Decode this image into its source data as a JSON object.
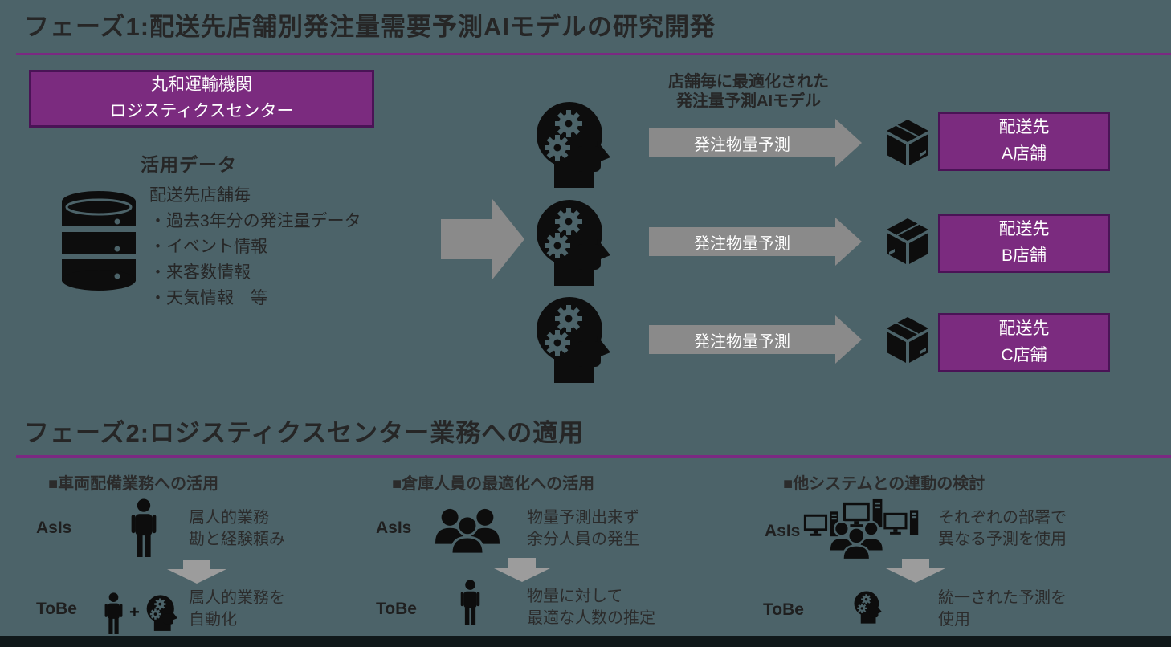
{
  "colors": {
    "background": "#4c6369",
    "accent_purple_fill": "#7b2b7f",
    "accent_purple_border": "#4a1356",
    "accent_purple_line": "#7b2982",
    "arrow_gray": "#8a8a8a",
    "down_arrow_gray": "#9c9c9c",
    "icon_black": "#0d0d0d",
    "text_dark": "#262626",
    "text_white": "#ffffff"
  },
  "phase1": {
    "title": "フェーズ1:配送先店舗別発注量需要予測AIモデルの研究開発",
    "source_box": {
      "line1": "丸和運輸機関",
      "line2": "ロジスティクスセンター"
    },
    "data_heading": "活用データ",
    "data_lines": [
      "配送先店舗毎",
      "・過去3年分の発注量データ",
      "・イベント情報",
      "・来客数情報",
      "・天気情報　等"
    ],
    "ai_label": {
      "line1": "店舗毎に最適化された",
      "line2": "発注量予測AIモデル"
    },
    "arrow_labels": [
      "発注物量予測",
      "発注物量予測",
      "発注物量予測"
    ],
    "destinations": [
      {
        "line1": "配送先",
        "line2": "A店舗"
      },
      {
        "line1": "配送先",
        "line2": "B店舗"
      },
      {
        "line1": "配送先",
        "line2": "C店舗"
      }
    ]
  },
  "phase2": {
    "title": "フェーズ2:ロジスティクスセンター業務への適用",
    "columns": [
      {
        "header": "■車両配備業務への活用",
        "asis_label": "AsIs",
        "tobe_label": "ToBe",
        "asis_text1": "属人的業務",
        "asis_text2": "勘と経験頼み",
        "plus": "+",
        "tobe_text1": "属人的業務を",
        "tobe_text2": "自動化"
      },
      {
        "header": "■倉庫人員の最適化への活用",
        "asis_label": "AsIs",
        "tobe_label": "ToBe",
        "asis_text1": "物量予測出来ず",
        "asis_text2": "余分人員の発生",
        "tobe_text1": "物量に対して",
        "tobe_text2": "最適な人数の推定"
      },
      {
        "header": "■他システムとの連動の検討",
        "asis_label": "AsIs",
        "tobe_label": "ToBe",
        "asis_text1": "それぞれの部署で",
        "asis_text2": "異なる予測を使用",
        "tobe_text1": "統一された予測を",
        "tobe_text2": "使用"
      }
    ]
  }
}
